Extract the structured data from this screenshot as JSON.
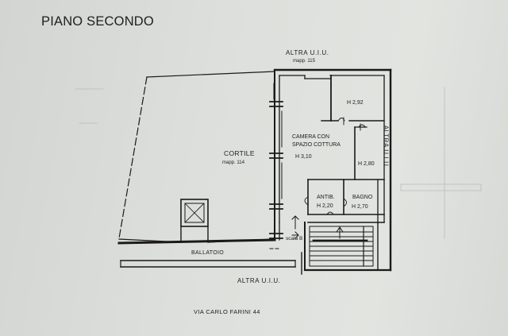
{
  "title": "PIANO SECONDO",
  "neighbors": {
    "top": "ALTRA U.I.U.",
    "top_mapp": "mapp. 115",
    "right": "ALTRA U.I.U.",
    "bottom": "ALTRA U.I.U."
  },
  "courtyard": {
    "name": "CORTILE",
    "mapp": "mapp. 114"
  },
  "rooms": {
    "camera_line1": "CAMERA CON",
    "camera_line2": "SPAZIO COTTURA",
    "camera_height": "H 3,10",
    "upper_room_height": "H 2,92",
    "side_room_height": "H 2,80",
    "antib_name": "ANTIB.",
    "antib_height": "H 2,20",
    "bagno_name": "BAGNO",
    "bagno_height": "H 2,70"
  },
  "stair_label": "scala B",
  "balcony_label": "BALLATOIO",
  "address": "VIA CARLO FARINI 44"
}
